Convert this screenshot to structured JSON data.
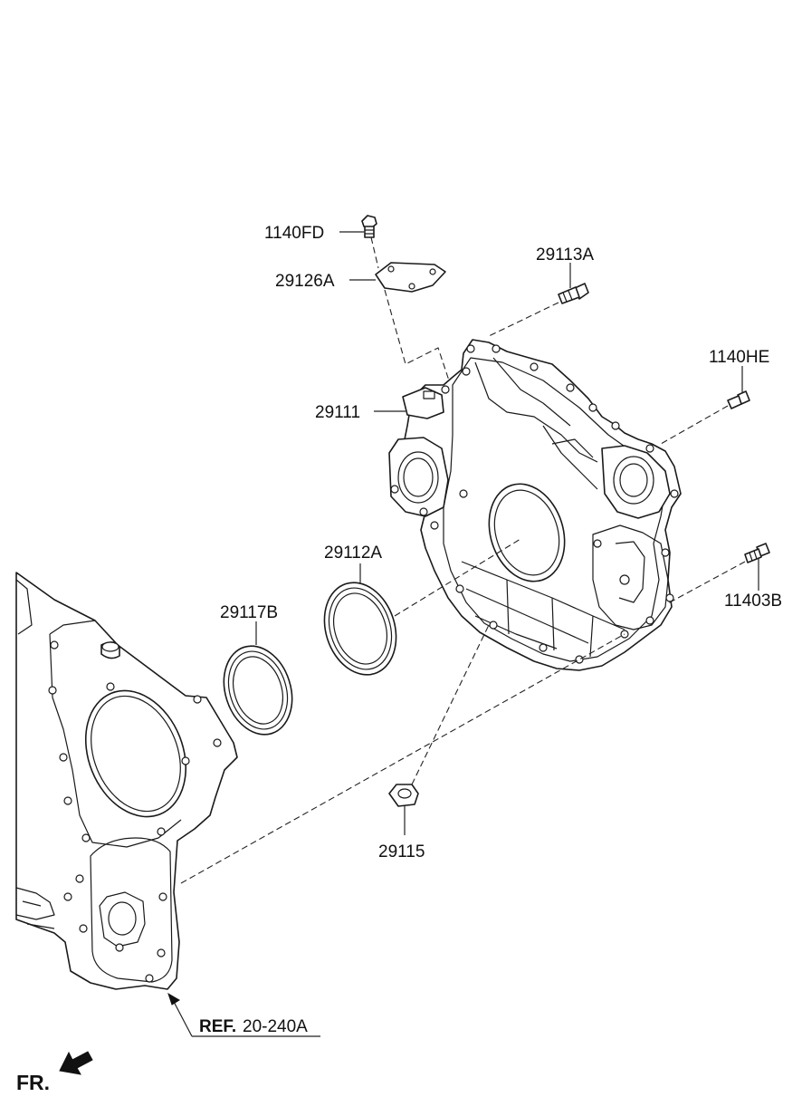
{
  "diagram": {
    "parts": {
      "bolt_top": "1140FD",
      "gasket_plate": "29126A",
      "bolt_upper_right": "29113A",
      "bolt_right": "1140HE",
      "timing_cover": "29111",
      "seal_large": "29112A",
      "seal_small": "29117B",
      "bolt_lower_right": "11403B",
      "grommet": "29115"
    },
    "reference": {
      "prefix": "REF.",
      "code": "20-240A"
    },
    "direction": {
      "label": "FR."
    }
  }
}
